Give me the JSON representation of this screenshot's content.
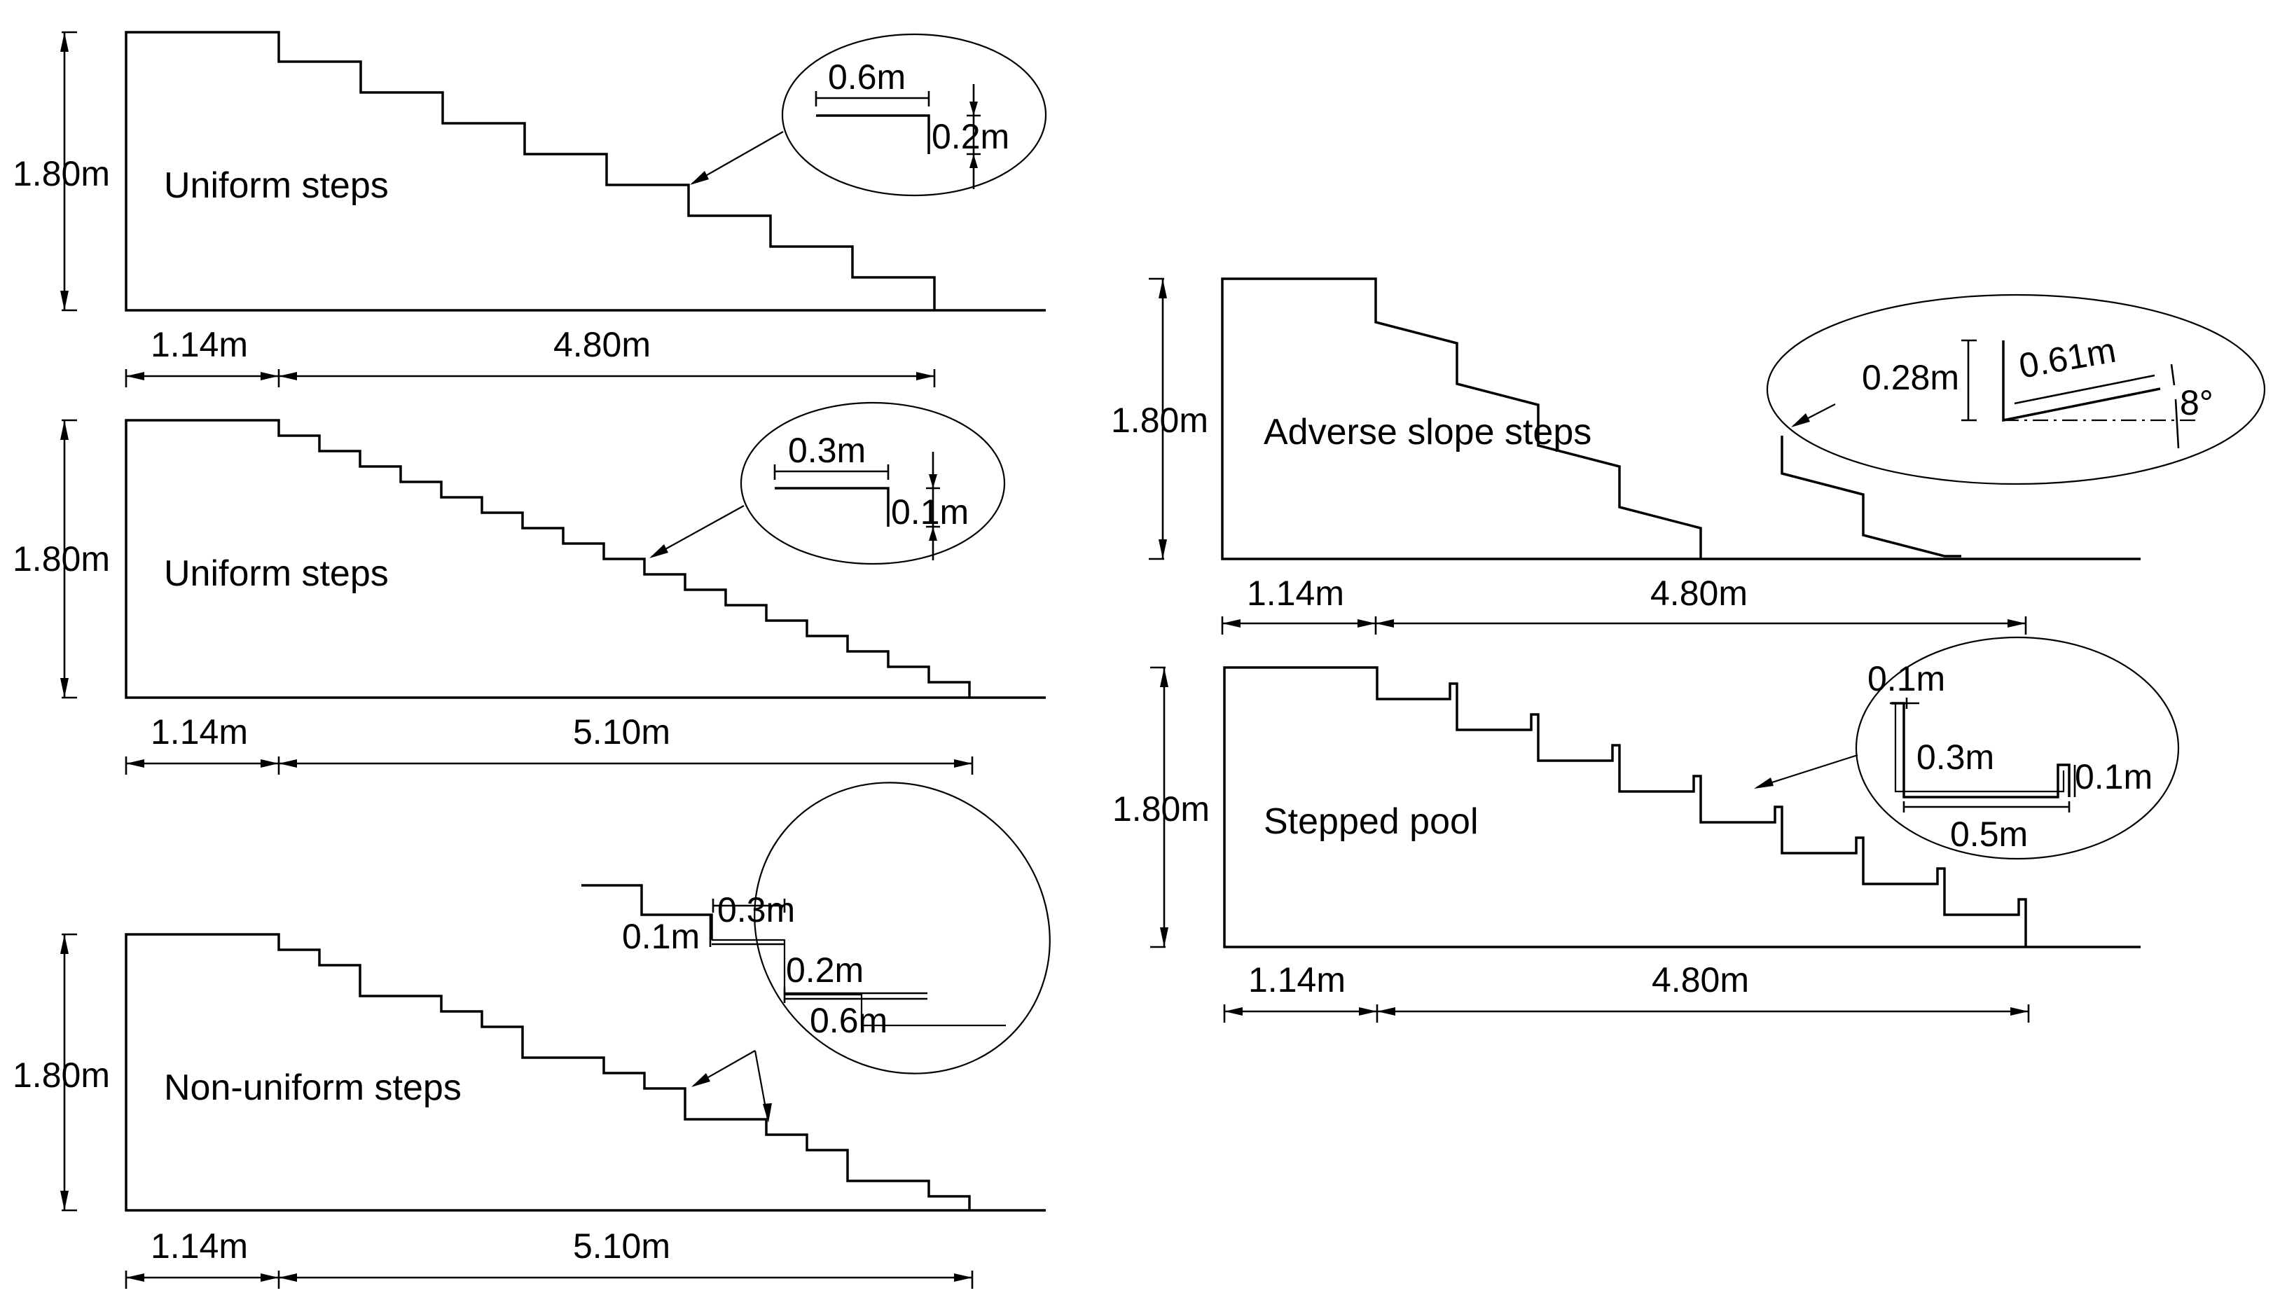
{
  "panels": [
    {
      "id": "uniform-0-2",
      "label": "Uniform steps",
      "height": "1.80m",
      "approach": "1.14m",
      "length": "4.80m",
      "detail": {
        "tread": "0.6m",
        "riser": "0.2m"
      }
    },
    {
      "id": "uniform-0-1",
      "label": "Uniform steps",
      "height": "1.80m",
      "approach": "1.14m",
      "length": "5.10m",
      "detail": {
        "tread": "0.3m",
        "riser": "0.1m"
      }
    },
    {
      "id": "non-uniform",
      "label": "Non-uniform steps",
      "height": "1.80m",
      "approach": "1.14m",
      "length": "5.10m",
      "detail": {
        "riser_small": "0.1m",
        "tread_small": "0.3m",
        "riser_large": "0.2m",
        "tread_large": "0.6m"
      }
    },
    {
      "id": "adverse-slope",
      "label": "Adverse slope steps",
      "height": "1.80m",
      "approach": "1.14m",
      "length": "4.80m",
      "detail": {
        "riser": "0.28m",
        "tread": "0.61m",
        "angle": "8°"
      }
    },
    {
      "id": "stepped-pool",
      "label": "Stepped pool",
      "height": "1.80m",
      "approach": "1.14m",
      "length": "4.80m",
      "detail": {
        "wall_thickness": "0.1m",
        "wall_height": "0.3m",
        "pool_length": "0.5m",
        "wall_height_small": "0.1m"
      }
    }
  ]
}
